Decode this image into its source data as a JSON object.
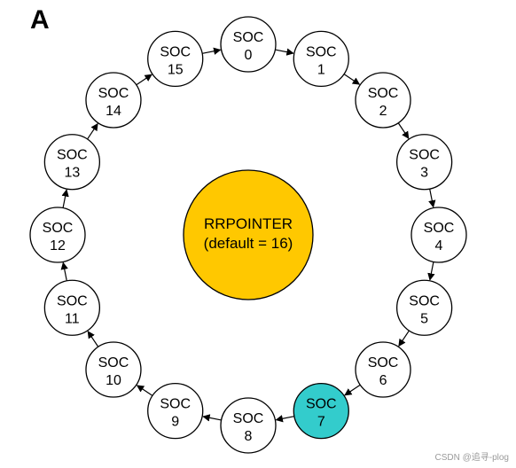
{
  "panel_label": "A",
  "watermark": "CSDN @追寻-plog",
  "center_label": {
    "line1": "RRPOINTER",
    "line2": "(default = 16)"
  },
  "colors": {
    "center_fill": "#FFC800",
    "highlight_fill": "#33CCCC",
    "node_fill": "#FFFFFF",
    "stroke": "#000000"
  },
  "nodes": [
    {
      "label": "SOC",
      "index": "0",
      "highlighted": false
    },
    {
      "label": "SOC",
      "index": "1",
      "highlighted": false
    },
    {
      "label": "SOC",
      "index": "2",
      "highlighted": false
    },
    {
      "label": "SOC",
      "index": "3",
      "highlighted": false
    },
    {
      "label": "SOC",
      "index": "4",
      "highlighted": false
    },
    {
      "label": "SOC",
      "index": "5",
      "highlighted": false
    },
    {
      "label": "SOC",
      "index": "6",
      "highlighted": false
    },
    {
      "label": "SOC",
      "index": "7",
      "highlighted": true
    },
    {
      "label": "SOC",
      "index": "8",
      "highlighted": false
    },
    {
      "label": "SOC",
      "index": "9",
      "highlighted": false
    },
    {
      "label": "SOC",
      "index": "10",
      "highlighted": false
    },
    {
      "label": "SOC",
      "index": "11",
      "highlighted": false
    },
    {
      "label": "SOC",
      "index": "12",
      "highlighted": false
    },
    {
      "label": "SOC",
      "index": "13",
      "highlighted": false
    },
    {
      "label": "SOC",
      "index": "14",
      "highlighted": false
    },
    {
      "label": "SOC",
      "index": "15",
      "highlighted": false
    }
  ]
}
